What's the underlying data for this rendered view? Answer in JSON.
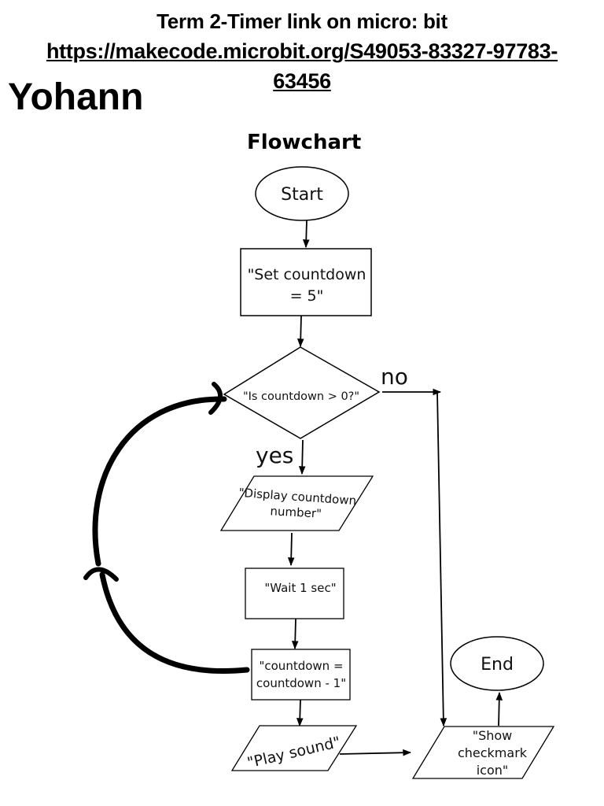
{
  "header": {
    "title": "Term 2-Timer link on micro: bit",
    "link_line1": "https://makecode.microbit.org/S49053-83327-97783-",
    "link_line2": "63456",
    "author": "Yohann",
    "subtitle": "Flowchart"
  },
  "flowchart": {
    "nodes": {
      "start": {
        "shape": "ellipse",
        "lines": [
          "Start"
        ]
      },
      "set_countdown": {
        "shape": "rect",
        "lines": [
          "\"Set countdown",
          "= 5\""
        ]
      },
      "decision": {
        "shape": "diamond",
        "lines": [
          "\"Is countdown > 0?\""
        ]
      },
      "display": {
        "shape": "parallelogram",
        "lines": [
          "\"Display countdown",
          "number\""
        ]
      },
      "wait": {
        "shape": "rect",
        "lines": [
          "\"Wait 1 sec\""
        ]
      },
      "decrement": {
        "shape": "rect",
        "lines": [
          "\"countdown =",
          "countdown - 1\""
        ]
      },
      "play_sound": {
        "shape": "parallelogram",
        "lines": [
          "\"Play sound\""
        ]
      },
      "show_checkmark": {
        "shape": "parallelogram",
        "lines": [
          "\"Show",
          "checkmark",
          "icon\""
        ]
      },
      "end": {
        "shape": "ellipse",
        "lines": [
          "End"
        ]
      }
    },
    "edge_labels": {
      "no": "no",
      "yes": "yes"
    },
    "edges": [
      {
        "from": "start",
        "to": "set_countdown"
      },
      {
        "from": "set_countdown",
        "to": "decision"
      },
      {
        "from": "decision",
        "to": "display",
        "label": "yes"
      },
      {
        "from": "decision",
        "to": "show_checkmark",
        "label": "no"
      },
      {
        "from": "display",
        "to": "wait"
      },
      {
        "from": "wait",
        "to": "decrement"
      },
      {
        "from": "decrement",
        "to": "play_sound"
      },
      {
        "from": "decrement",
        "to": "decision",
        "style": "loop-back"
      },
      {
        "from": "play_sound",
        "to": "show_checkmark"
      },
      {
        "from": "show_checkmark",
        "to": "end"
      }
    ]
  }
}
